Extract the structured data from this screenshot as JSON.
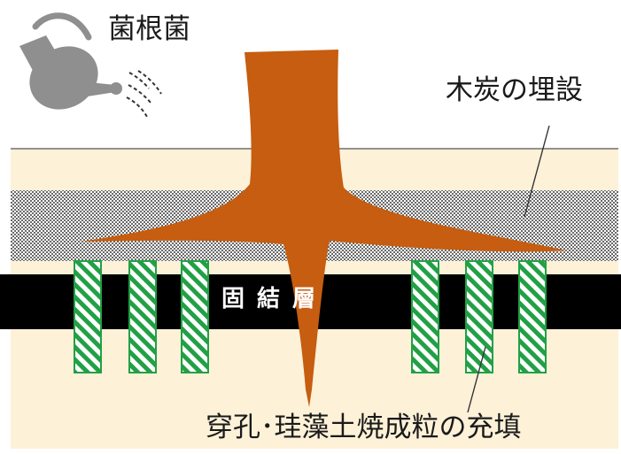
{
  "labels": {
    "fungi": "菌根菌",
    "charcoal": "木炭の埋設",
    "hardpan": "固結層",
    "holes": "穿孔･珪藻土焼成粒の充填"
  },
  "colors": {
    "soil": "#fdf1d8",
    "trunk": "#c65d10",
    "hardpan": "#000000",
    "column_stroke": "#22a045",
    "column_hatch": "#22a045",
    "charcoal_dots": "#3a3a3a",
    "can": "#8f8f8f"
  },
  "icons": {
    "watering_can": "watering-can-icon"
  }
}
